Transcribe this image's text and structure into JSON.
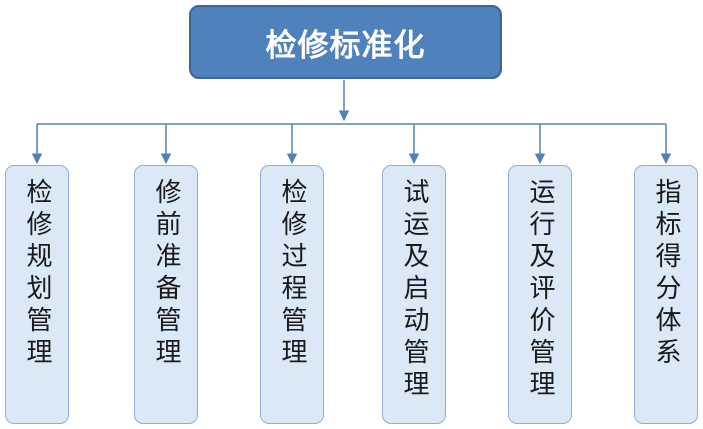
{
  "diagram": {
    "root": {
      "label": "检修标准化"
    },
    "children": [
      {
        "label": "检修规划管理"
      },
      {
        "label": "修前准备管理"
      },
      {
        "label": "检修过程管理"
      },
      {
        "label": "试运及启动管理"
      },
      {
        "label": "运行及评价管理"
      },
      {
        "label": "指标得分体系"
      }
    ]
  },
  "colors": {
    "root_fill": "#4f81bd",
    "leaf_fill": "#dbe8f5",
    "connector": "#4f81bd"
  }
}
